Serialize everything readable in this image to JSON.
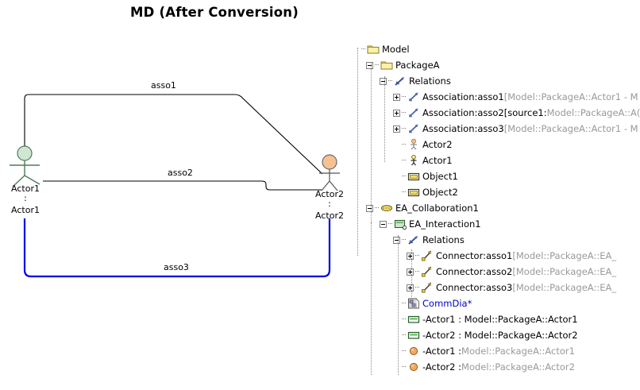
{
  "title": "MD (After Conversion)",
  "diagram": {
    "type": "uml-communication-diagram",
    "edges": [
      {
        "name": "asso1",
        "label": "asso1",
        "color": "#000000",
        "from": "Actor1",
        "to": "Actor2"
      },
      {
        "name": "asso2",
        "label": "asso2",
        "color": "#000000",
        "from": "Actor1",
        "to": "Actor2"
      },
      {
        "name": "asso3",
        "label": "asso3",
        "color": "#0000dd",
        "from": "Actor1",
        "to": "Actor2"
      }
    ],
    "actors": [
      {
        "id": "actor1",
        "name": "Actor1",
        "instance": "Actor1",
        "head_color": "#cfe7d2",
        "stroke": "#4f7a5c"
      },
      {
        "id": "actor2",
        "name": "Actor2",
        "instance": "Actor2",
        "head_color": "#f6c193",
        "stroke": "#5a5a5a"
      }
    ],
    "separator": ":"
  },
  "tree": {
    "rows": [
      {
        "depth": 0,
        "expander": "none",
        "icon": "folder-icon",
        "text": "Model",
        "text2": "",
        "style": "main"
      },
      {
        "depth": 1,
        "expander": "minus",
        "icon": "folder-icon",
        "text": "PackageA",
        "text2": "",
        "style": "main"
      },
      {
        "depth": 2,
        "expander": "minus",
        "icon": "relations-icon",
        "text": "Relations",
        "text2": "",
        "style": "main"
      },
      {
        "depth": 3,
        "expander": "plus",
        "icon": "association-icon",
        "text": "Association:asso1",
        "text2": "[Model::PackageA::Actor1 - M",
        "style": "split"
      },
      {
        "depth": 3,
        "expander": "plus",
        "icon": "association-icon",
        "text": "Association:asso2[source1:",
        "text2": "Model::PackageA::A(",
        "style": "split"
      },
      {
        "depth": 3,
        "expander": "plus",
        "icon": "association-icon",
        "text": "Association:asso3",
        "text2": "[Model::PackageA::Actor1 - M",
        "style": "split"
      },
      {
        "depth": 3,
        "expander": "none",
        "icon": "actor-orange-icon",
        "text": "Actor2",
        "text2": "",
        "style": "main"
      },
      {
        "depth": 3,
        "expander": "none",
        "icon": "actor-yellow-icon",
        "text": "Actor1",
        "text2": "",
        "style": "main"
      },
      {
        "depth": 3,
        "expander": "none",
        "icon": "object-icon",
        "text": "Object1",
        "text2": "",
        "style": "main"
      },
      {
        "depth": 3,
        "expander": "none",
        "icon": "object-icon",
        "text": "Object2",
        "text2": "",
        "style": "main"
      },
      {
        "depth": 1,
        "expander": "minus",
        "icon": "collaboration-icon",
        "text": "EA_Collaboration1",
        "text2": "",
        "style": "main"
      },
      {
        "depth": 2,
        "expander": "minus",
        "icon": "interaction-icon",
        "text": "EA_Interaction1",
        "text2": "",
        "style": "main"
      },
      {
        "depth": 3,
        "expander": "minus",
        "icon": "relations-icon",
        "text": "Relations",
        "text2": "",
        "style": "main"
      },
      {
        "depth": 4,
        "expander": "plus",
        "icon": "connector-icon",
        "text": "Connector:asso1",
        "text2": "[Model::PackageA::EA_",
        "style": "split"
      },
      {
        "depth": 4,
        "expander": "plus",
        "icon": "connector-icon",
        "text": "Connector:asso2",
        "text2": "[Model::PackageA::EA_",
        "style": "split"
      },
      {
        "depth": 4,
        "expander": "plus",
        "icon": "connector-icon",
        "text": "Connector:asso3",
        "text2": "[Model::PackageA::EA_",
        "style": "split"
      },
      {
        "depth": 3,
        "expander": "none",
        "icon": "diagram-icon",
        "text": "CommDia*",
        "text2": "",
        "style": "link"
      },
      {
        "depth": 3,
        "expander": "none",
        "icon": "lifeline-icon",
        "text": "-Actor1 : Model::PackageA::Actor1",
        "text2": "",
        "style": "main"
      },
      {
        "depth": 3,
        "expander": "none",
        "icon": "lifeline-icon",
        "text": "-Actor2 : Model::PackageA::Actor2",
        "text2": "",
        "style": "main"
      },
      {
        "depth": 3,
        "expander": "none",
        "icon": "instance-icon",
        "text": "-Actor1 : ",
        "text2": "Model::PackageA::Actor1",
        "style": "split-grey-mid"
      },
      {
        "depth": 3,
        "expander": "none",
        "icon": "instance-icon",
        "text": "-Actor2 : ",
        "text2": "Model::PackageA::Actor2",
        "style": "split-grey-mid"
      }
    ]
  }
}
